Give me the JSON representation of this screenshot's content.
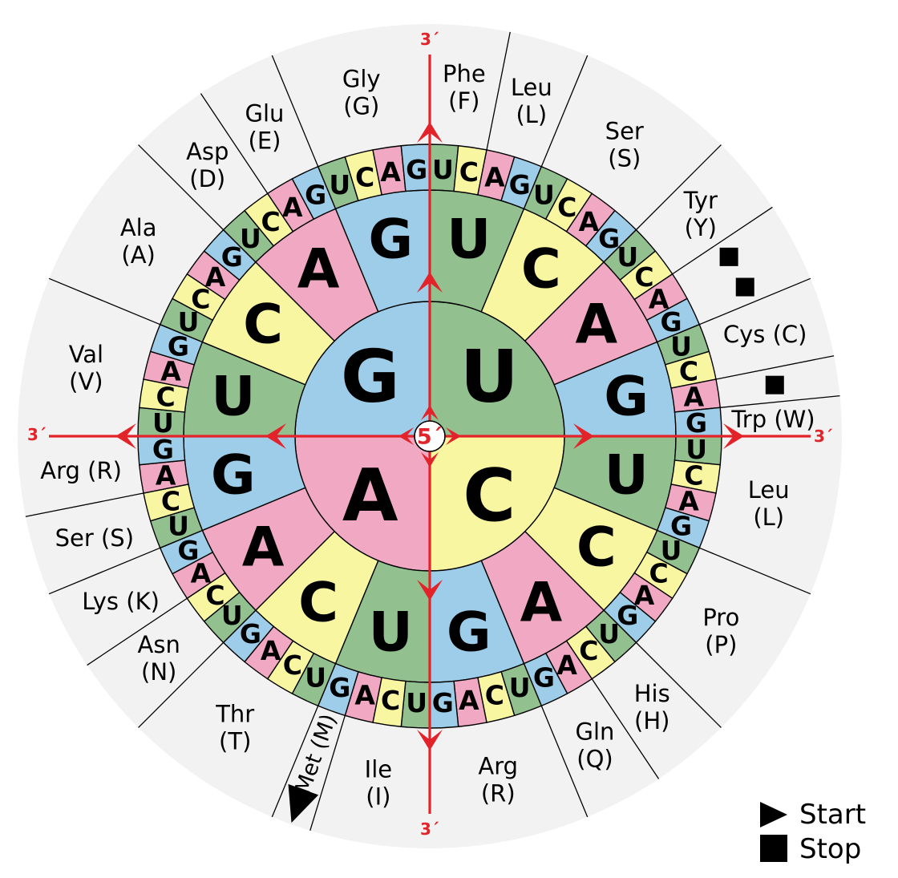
{
  "center_label": "5´",
  "direction_label": "3´",
  "base_order": [
    "U",
    "C",
    "A",
    "G"
  ],
  "base_colors": {
    "U": "#92c08f",
    "C": "#f9f6a1",
    "A": "#f0a8c3",
    "G": "#9dcde8"
  },
  "outer_ring_color": "#f2f2f2",
  "accent_red": "#e22329",
  "outer_sectors": [
    {
      "label": "Phe",
      "code": "F",
      "span": 2,
      "lines": 2
    },
    {
      "label": "Leu",
      "code": "L",
      "span": 2,
      "lines": 2
    },
    {
      "label": "Ser",
      "code": "S",
      "span": 4,
      "lines": 2
    },
    {
      "label": "Tyr",
      "code": "Y",
      "span": 2,
      "lines": 2
    },
    {
      "stop": true,
      "span": 2
    },
    {
      "label": "Cys",
      "code": "C",
      "span": 2,
      "lines": 1
    },
    {
      "stop": true,
      "span": 1
    },
    {
      "label": "Trp",
      "code": "W",
      "span": 1,
      "lines": 1
    },
    {
      "label": "Leu",
      "code": "L",
      "span": 4,
      "lines": 2
    },
    {
      "label": "Pro",
      "code": "P",
      "span": 4,
      "lines": 2
    },
    {
      "label": "His",
      "code": "H",
      "span": 2,
      "lines": 2
    },
    {
      "label": "Gln",
      "code": "Q",
      "span": 2,
      "lines": 2
    },
    {
      "label": "Arg",
      "code": "R",
      "span": 4,
      "lines": 2
    },
    {
      "label": "Ile",
      "code": "I",
      "span": 3,
      "lines": 2
    },
    {
      "label": "Met",
      "code": "M",
      "span": 1,
      "lines": 1,
      "rotated": true,
      "start": true
    },
    {
      "label": "Thr",
      "code": "T",
      "span": 4,
      "lines": 2
    },
    {
      "label": "Asn",
      "code": "N",
      "span": 2,
      "lines": 2
    },
    {
      "label": "Lys",
      "code": "K",
      "span": 2,
      "lines": 1
    },
    {
      "label": "Ser",
      "code": "S",
      "span": 2,
      "lines": 1
    },
    {
      "label": "Arg",
      "code": "R",
      "span": 2,
      "lines": 1
    },
    {
      "label": "Val",
      "code": "V",
      "span": 4,
      "lines": 2
    },
    {
      "label": "Ala",
      "code": "A",
      "span": 4,
      "lines": 2
    },
    {
      "label": "Asp",
      "code": "D",
      "span": 2,
      "lines": 2
    },
    {
      "label": "Glu",
      "code": "E",
      "span": 2,
      "lines": 2
    },
    {
      "label": "Gly",
      "code": "G",
      "span": 4,
      "lines": 2
    }
  ],
  "legend": {
    "start": "Start",
    "stop": "Stop"
  }
}
